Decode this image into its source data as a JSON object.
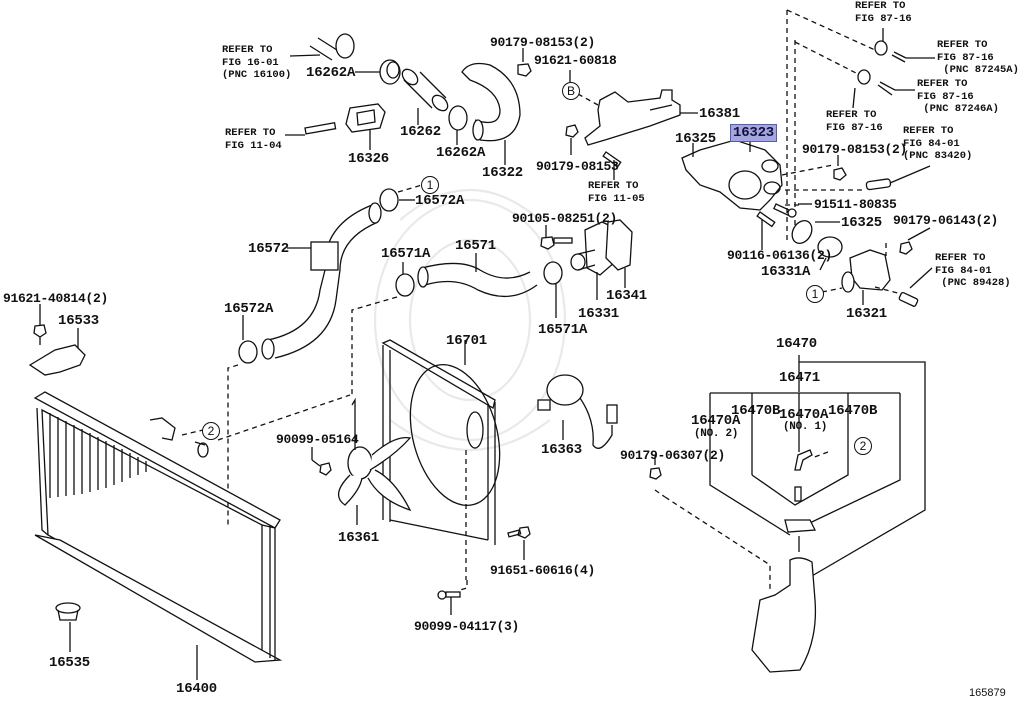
{
  "diagram": {
    "title": "Radiator & Water Outlet Parts Diagram",
    "figure_number": "165879",
    "highlight_color": "#a6a6de",
    "highlighted_part": "16323",
    "parts": {
      "p16262A_top": "16262A",
      "p16262": "16262",
      "p16262A_bot": "16262A",
      "p16326": "16326",
      "p16322": "16322",
      "p90179_08153_2": "90179-08153(2)",
      "p91621_60818": "91621-60818",
      "p16381": "16381",
      "p90179_08153": "90179-08153",
      "p16325_top": "16325",
      "p16323": "16323",
      "p90179_08153_2b": "90179-08153(2)",
      "p91511_80835": "91511-80835",
      "p16325_bot": "16325",
      "p90116_06136": "90116-06136(2)",
      "p16331A": "16331A",
      "p90179_06143": "90179-06143(2)",
      "p16321": "16321",
      "p16572A_top": "16572A",
      "p16572": "16572",
      "p16572A_bot": "16572A",
      "p16571A_left": "16571A",
      "p16571": "16571",
      "p16571A_right": "16571A",
      "p90105_08251": "90105-08251(2)",
      "p16331": "16331",
      "p16341": "16341",
      "p91621_40814": "91621-40814(2)",
      "p16533": "16533",
      "p16701": "16701",
      "p90099_05164": "90099-05164",
      "p16361": "16361",
      "p16363": "16363",
      "p91651_60616": "91651-60616(4)",
      "p90099_04117": "90099-04117(3)",
      "p16535": "16535",
      "p16400": "16400",
      "p90179_06307": "90179-06307(2)",
      "p16470": "16470",
      "p16471": "16471",
      "p16470B_left": "16470B",
      "p16470A_no1": "16470A",
      "p16470A_no1_sub": "(NO. 1)",
      "p16470B_right": "16470B",
      "p16470A_no2": "16470A",
      "p16470A_no2_sub": "(NO. 2)"
    },
    "references": {
      "ref_16_01": "REFER TO\nFIG 16-01\n(PNC 16100)",
      "ref_11_04": "REFER TO\nFIG 11-04",
      "ref_11_05": "REFER TO\nFIG 11-05",
      "ref_87_16_top": "REFER TO\nFIG 87-16",
      "ref_87245A": "REFER TO\nFIG 87-16\n (PNC 87245A)",
      "ref_87246A": "REFER TO\nFIG 87-16\n (PNC 87246A)",
      "ref_87_16_mid": "REFER TO\nFIG 87-16",
      "ref_83420": "REFER TO\nFIG 84-01\n(PNC 83420)",
      "ref_89428": "REFER TO\nFIG 84-01\n (PNC 89428)"
    },
    "callouts": {
      "c1": "1",
      "c2": "2",
      "cB": "B"
    }
  }
}
